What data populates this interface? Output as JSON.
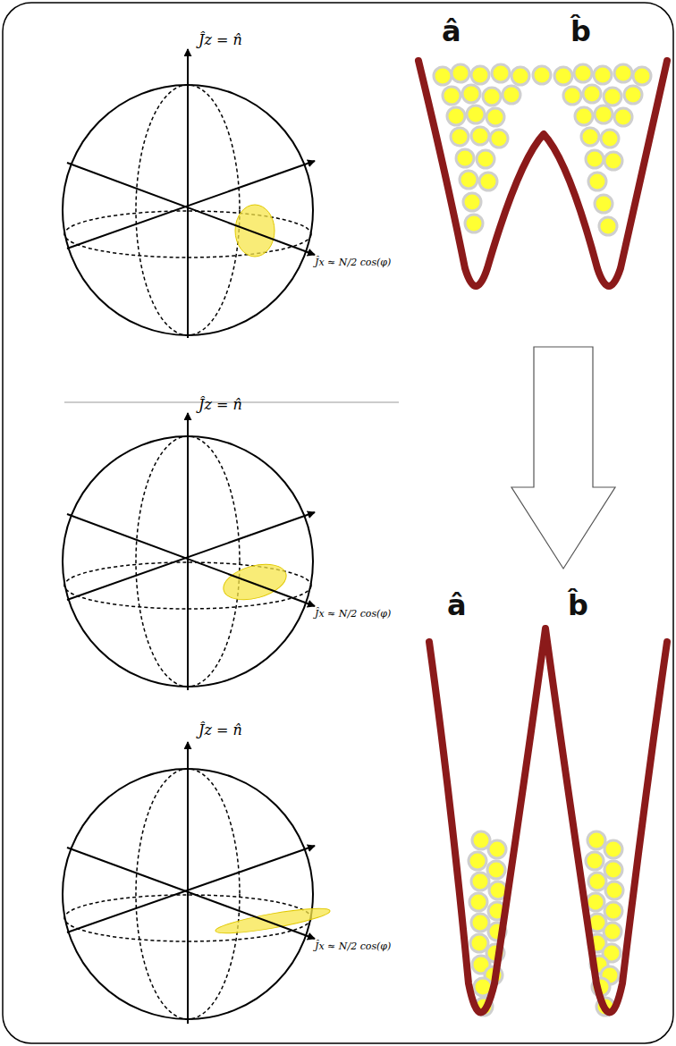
{
  "diagram": {
    "labels": [
      "Ĵz = n̂",
      "Ĵx ≈ N/2 cos(φ)",
      "â",
      "b̂",
      "Ĵz = n̂",
      "Ĵx ≈ N/2 cos(φ)",
      "Ĵz = n̂",
      "Ĵx ≈ N/2 cos(φ)",
      "â",
      "b̂"
    ]
  }
}
